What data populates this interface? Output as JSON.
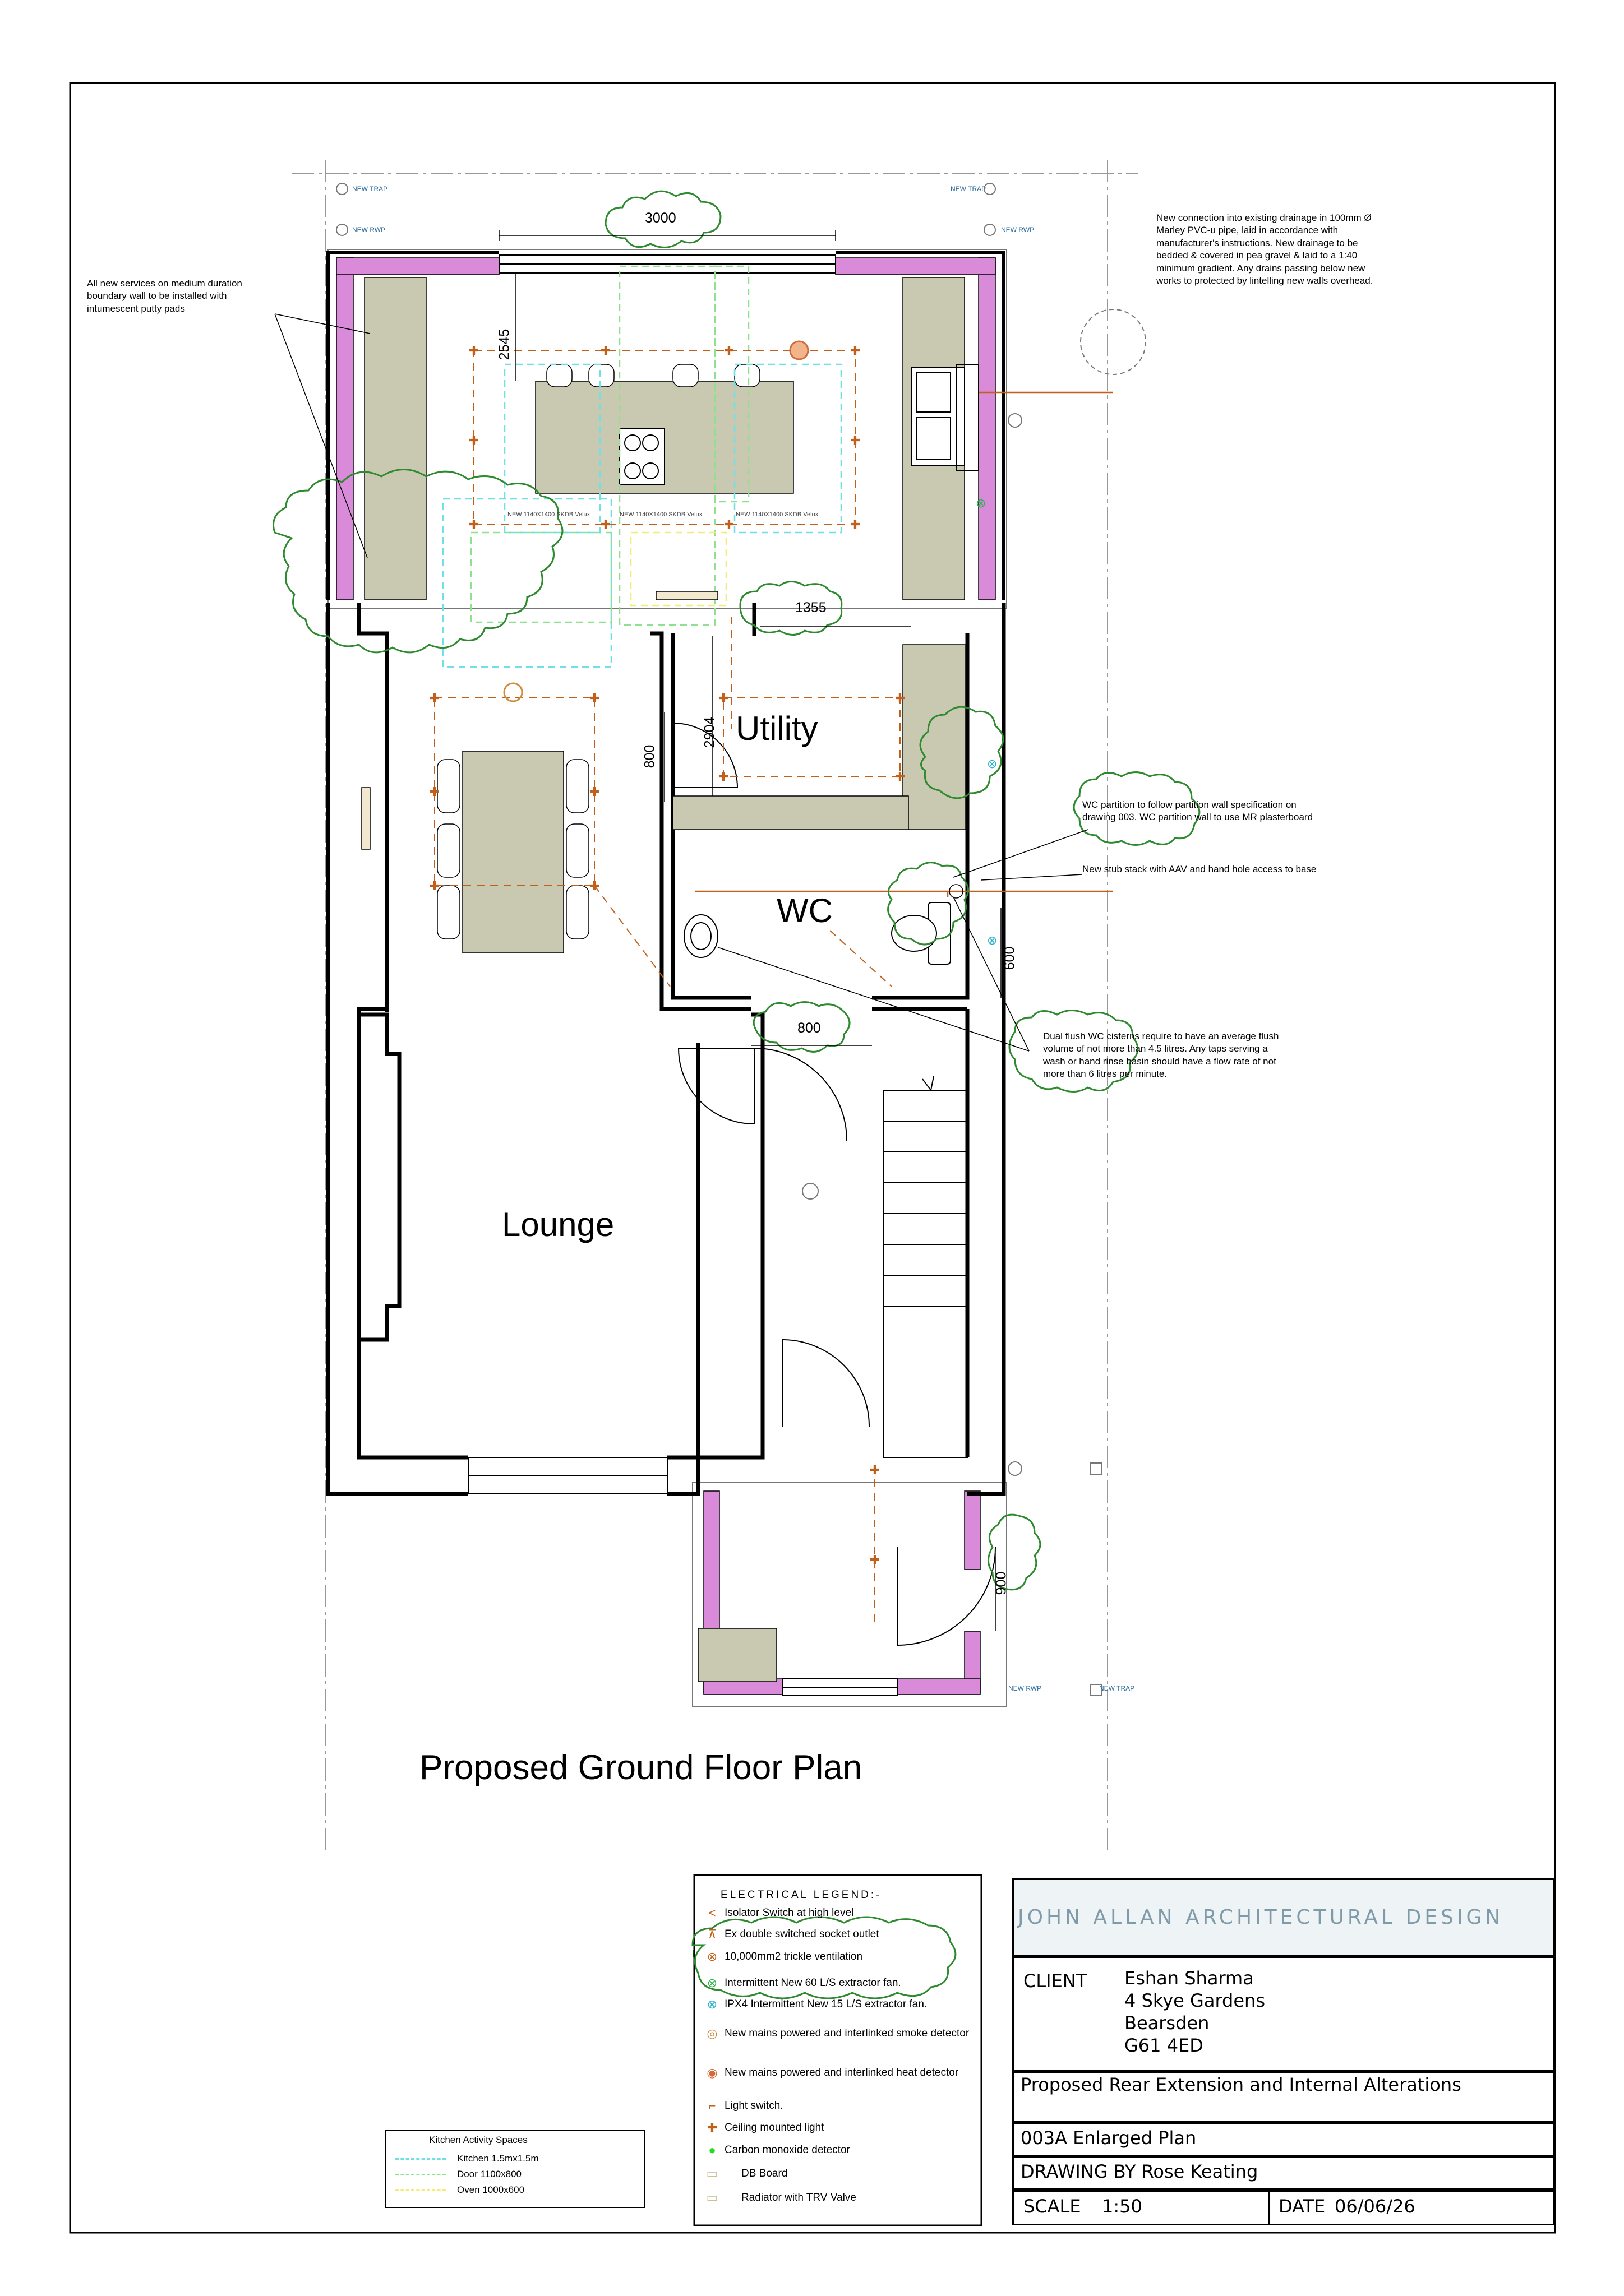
{
  "title": "Proposed Ground Floor Plan",
  "rooms": {
    "utility": "Utility",
    "wc": "WC",
    "lounge": "Lounge"
  },
  "dimensions": {
    "d3000": "3000",
    "d2545": "2545",
    "d1355": "1355",
    "d2904": "2904",
    "d800a": "800",
    "d600": "600",
    "d800b": "800",
    "d900": "900"
  },
  "traps": {
    "trap_left": "NEW TRAP",
    "rwp_left": "NEW RWP",
    "trap_right": "NEW TRAP",
    "rwp_right": "NEW RWP",
    "rwp_bottom": "NEW RWP",
    "trap_bottom": "NEW TRAP"
  },
  "skirt_labels": [
    "NEW 1140X1400 SKDB Velux",
    "NEW 1140X1400 SKDB Velux",
    "NEW 1140X1400 SKDB Velux"
  ],
  "notes": {
    "services": "All new services on medium duration boundary wall to be installed with intumescent putty pads",
    "drainage": "New connection into existing drainage in 100mm Ø Marley PVC-u pipe, laid in accordance with manufacturer's instructions. New drainage to be bedded & covered in pea gravel & laid to a 1:40 minimum gradient. Any drains passing below new works to protected by lintelling new walls overhead.",
    "wc_partition": "WC partition to follow partition wall specification on drawing 003. WC partition wall to use MR plasterboard",
    "stub_stack": "New stub stack with AAV and hand hole access to base",
    "dual_flush": "Dual flush WC cisterns require to have an average flush volume of not more than 4.5 litres. Any taps serving a wash or hand rinse basin should have a flow rate of not more than 6 litres per minute."
  },
  "kitchen_legend": {
    "title": "Kitchen Activity Spaces",
    "items": [
      {
        "label": "Kitchen 1.5mx1.5m",
        "color": "#6fe0e6"
      },
      {
        "label": "Door 1100x800",
        "color": "#8fe08f"
      },
      {
        "label": "Oven 1000x600",
        "color": "#f4ec7a"
      }
    ]
  },
  "electrical_legend": {
    "title": "ELECTRICAL LEGEND:-",
    "items": [
      {
        "icon": "isolator-switch-icon",
        "glyph": "<",
        "color": "#c0601a",
        "label": "Isolator Switch at high level"
      },
      {
        "icon": "socket-outlet-icon",
        "glyph": "⊼",
        "color": "#c0601a",
        "label": "Ex double switched socket outlet"
      },
      {
        "icon": "trickle-vent-icon",
        "glyph": "⊗",
        "color": "#c0601a",
        "label": "10,000mm2 trickle ventilation"
      },
      {
        "icon": "extractor-60-icon",
        "glyph": "⊗",
        "color": "#2bb34a",
        "label": "Intermittent New 60 L/S extractor fan."
      },
      {
        "icon": "extractor-15-icon",
        "glyph": "⊗",
        "color": "#2ab0c8",
        "label": "IPX4 Intermittent New 15 L/S extractor fan."
      },
      {
        "icon": "smoke-detector-icon",
        "glyph": "◎",
        "color": "#d28a3c",
        "label": "New mains powered and interlinked smoke detector"
      },
      {
        "icon": "heat-detector-icon",
        "glyph": "◉",
        "color": "#d26a3c",
        "label": "New mains powered and interlinked heat detector"
      },
      {
        "icon": "light-switch-icon",
        "glyph": "⌐",
        "color": "#c0601a",
        "label": "Light switch."
      },
      {
        "icon": "ceiling-light-icon",
        "glyph": "✚",
        "color": "#c0601a",
        "label": "Ceiling mounted light"
      },
      {
        "icon": "co-detector-icon",
        "glyph": "●",
        "color": "#22dd22",
        "label": "Carbon monoxide detector"
      },
      {
        "icon": "db-board-icon",
        "glyph": "▭",
        "color": "#c8b98a",
        "label": "DB Board"
      },
      {
        "icon": "radiator-icon",
        "glyph": "▭",
        "color": "#c8b98a",
        "label": "Radiator with TRV Valve"
      }
    ]
  },
  "title_block": {
    "company": "JOHN ALLAN ARCHITECTURAL DESIGN",
    "client_label": "CLIENT",
    "client_lines": [
      "Eshan Sharma",
      "4 Skye Gardens",
      "Bearsden",
      "G61 4ED"
    ],
    "project": "Proposed Rear Extension and Internal Alterations",
    "drawing": "003A Enlarged Plan",
    "drawn_by": "DRAWING BY  Rose Keating",
    "scale_label": "SCALE",
    "scale": "1:50",
    "date_label": "DATE",
    "date": "06/06/26"
  },
  "colors": {
    "wall": "#000000",
    "insulation": "#d98ad9",
    "worktop": "#c8c9b0",
    "electrical": "#c0601a",
    "revision_cloud": "#2e8a2e",
    "drain": "#c0601a",
    "company_text": "#7f9aa8",
    "company_bg": "#eef3f5"
  }
}
